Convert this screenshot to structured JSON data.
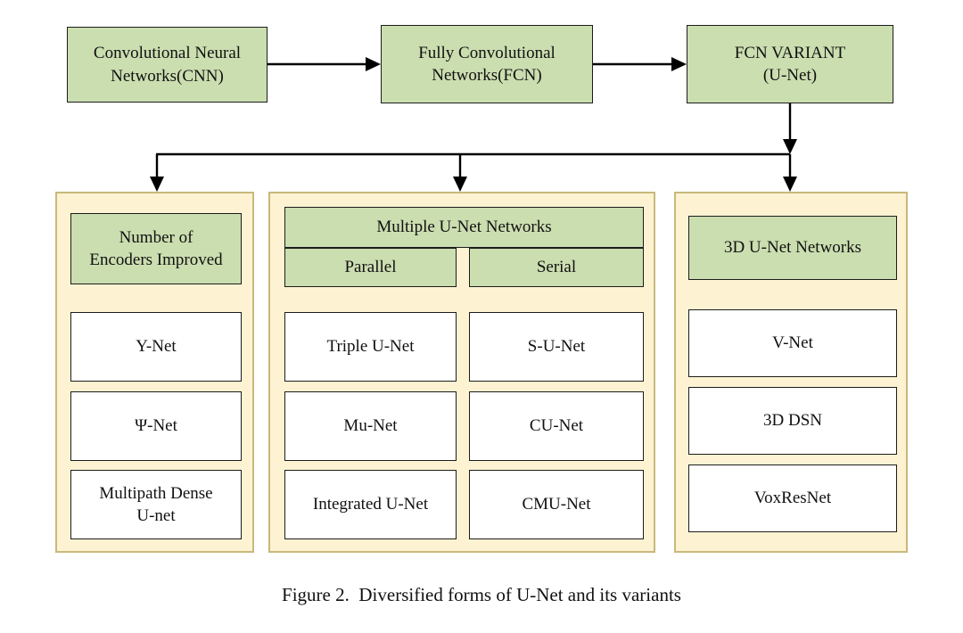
{
  "colors": {
    "green": "#cbdeb0",
    "panel": "#fdf3d2",
    "panel_border": "#c9b87c",
    "box_border": "#1c1c1c"
  },
  "top_nodes": {
    "cnn": "Convolutional Neural\nNetworks(CNN)",
    "fcn": "Fully Convolutional\nNetworks(FCN)",
    "variant": "FCN VARIANT\n(U-Net)"
  },
  "panels": {
    "encoders": {
      "header": "Number of\nEncoders Improved",
      "items": [
        "Y-Net",
        "Ψ-Net",
        "Multipath Dense\nU-net"
      ]
    },
    "multiple": {
      "header": "Multiple U-Net Networks",
      "parallel": {
        "header": "Parallel",
        "items": [
          "Triple U-Net",
          "Mu-Net",
          "Integrated U-Net"
        ]
      },
      "serial": {
        "header": "Serial",
        "items": [
          "S-U-Net",
          "CU-Net",
          "CMU-Net"
        ]
      }
    },
    "threed": {
      "header": "3D U-Net Networks",
      "items": [
        "V-Net",
        "3D DSN",
        "VoxResNet"
      ]
    }
  },
  "figure": {
    "caption": "Figure 2.  Diversified forms of U-Net and its variants"
  }
}
